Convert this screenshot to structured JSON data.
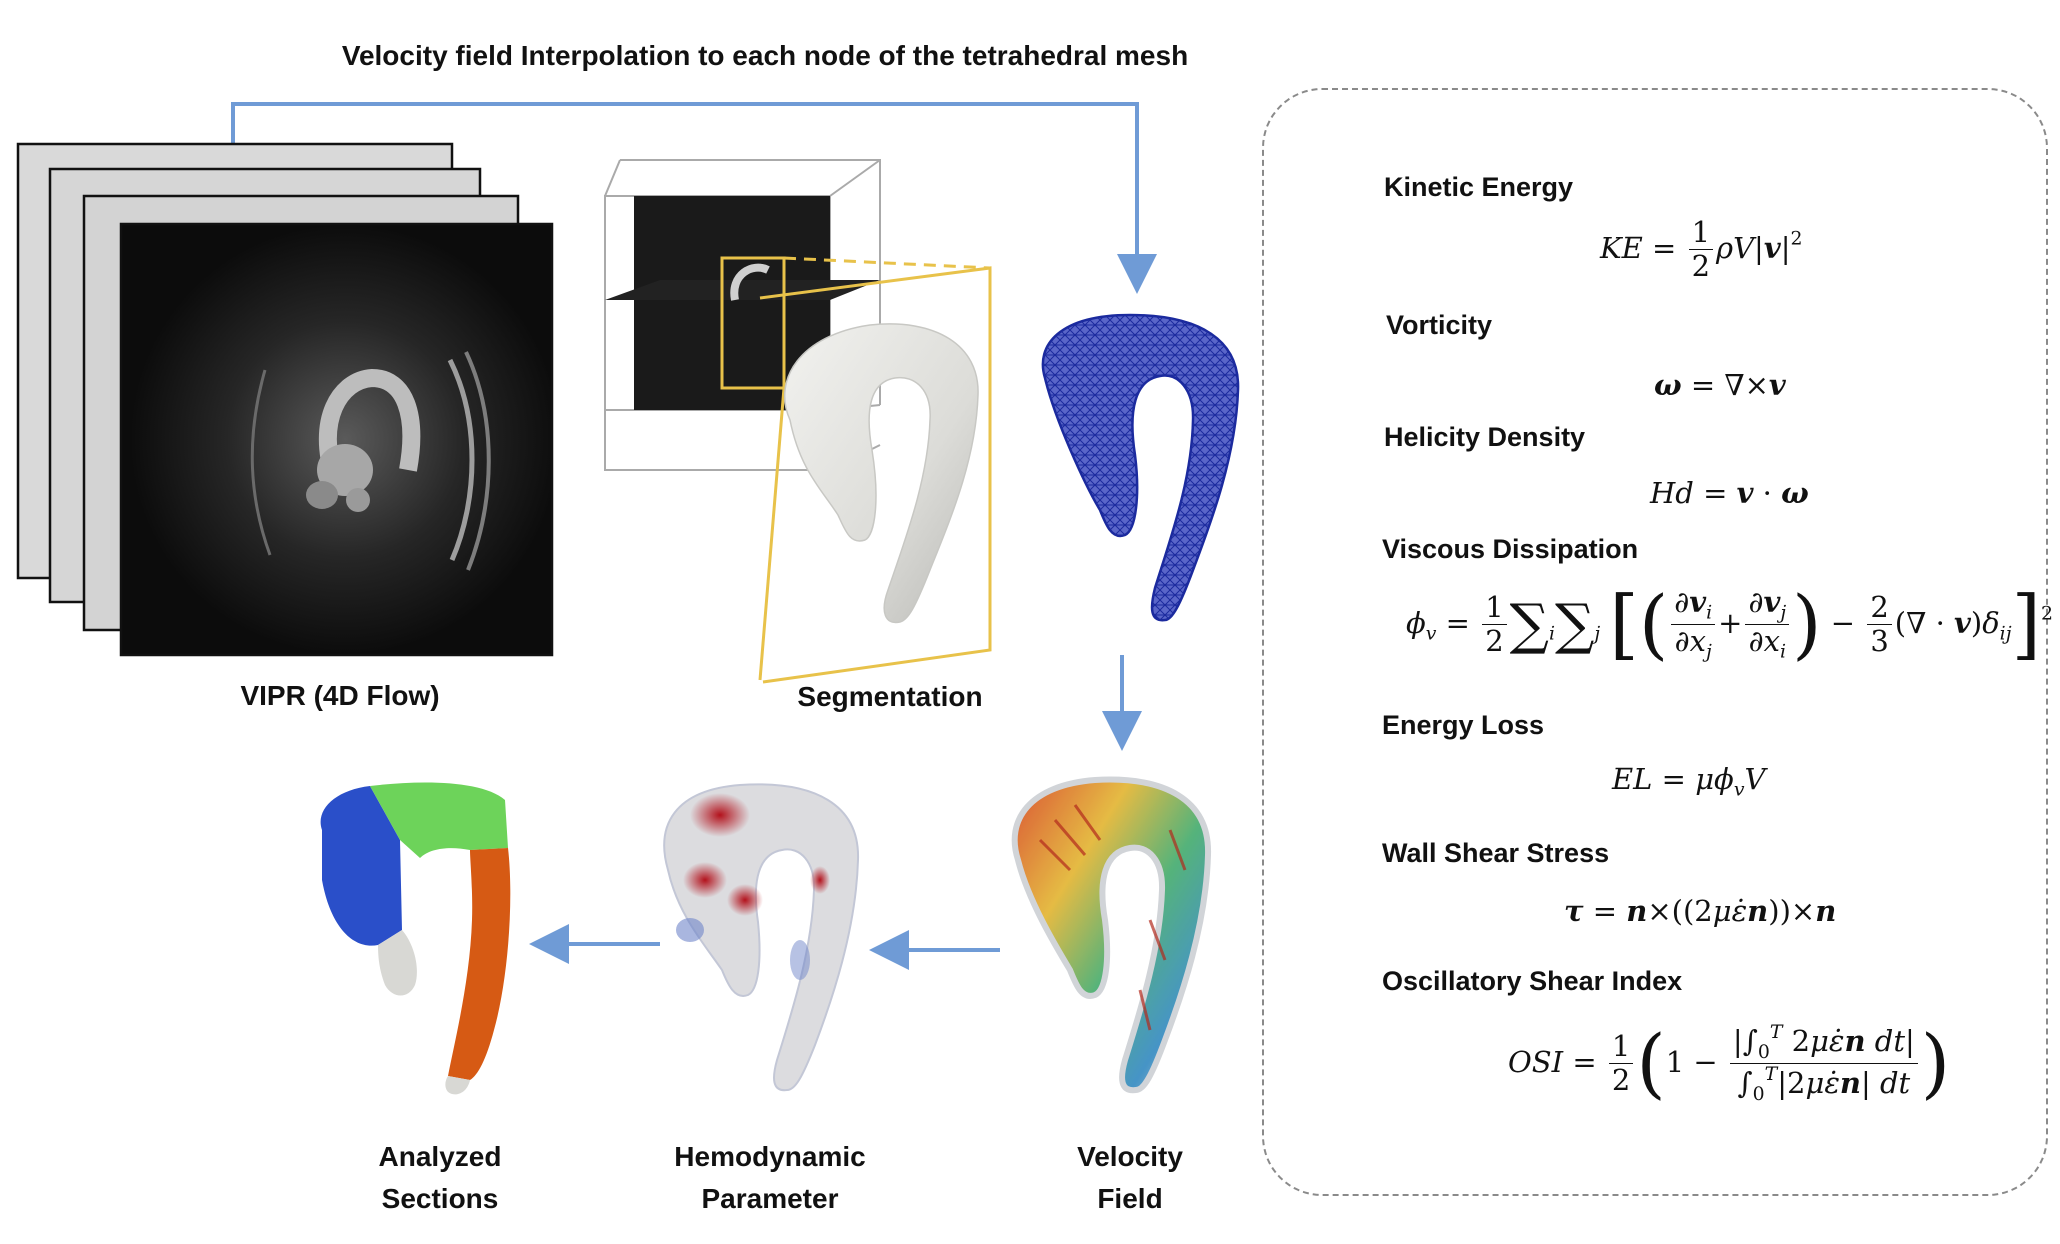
{
  "flow": {
    "top_title": "Velocity field Interpolation to each node of the tetrahedral mesh"
  },
  "stages": {
    "vipr": "VIPR (4D Flow)",
    "segmentation": "Segmentation",
    "velocity_field_line1": "Velocity",
    "velocity_field_line2": "Field",
    "hemodynamic_line1": "Hemodynamic",
    "hemodynamic_line2": "Parameter",
    "analyzed_line1": "Analyzed",
    "analyzed_line2": "Sections"
  },
  "equations": {
    "kinetic_energy": "Kinetic Energy",
    "vorticity": "Vorticity",
    "helicity_density": "Helicity Density",
    "viscous_dissipation": "Viscous Dissipation",
    "energy_loss": "Energy Loss",
    "wall_shear_stress": "Wall Shear Stress",
    "oscillatory_shear_index": "Oscillatory Shear Index"
  },
  "colors": {
    "arrow": "#6f9bd6",
    "seg_box": "#e8c24a",
    "mesh": "#1b2a9e",
    "section_blue": "#2a4fc9",
    "section_green": "#6dd35a",
    "section_orange": "#d65a14",
    "aorta_gray": "#e2e2de"
  }
}
